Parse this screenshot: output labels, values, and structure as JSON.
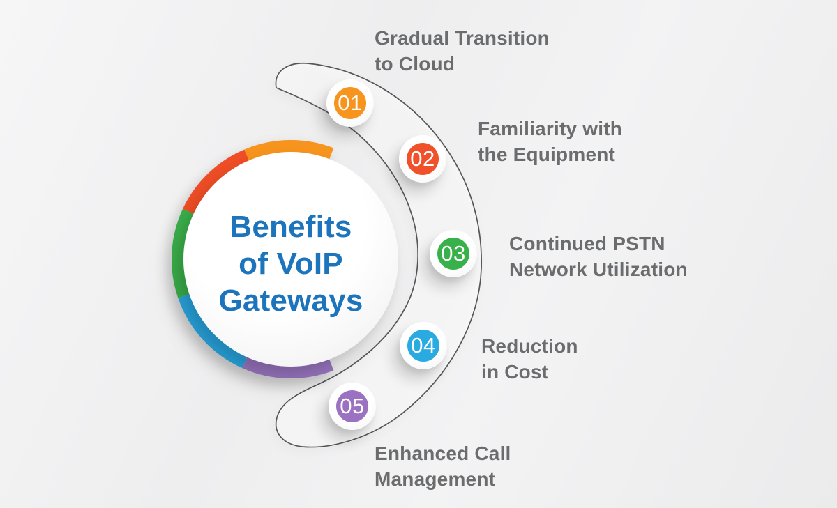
{
  "title": {
    "lines": [
      "Benefits",
      "of VoIP",
      "Gateways"
    ],
    "color": "#1B74BC"
  },
  "label_color": "#6B6C6E",
  "decor": {
    "line_color": "#565659"
  },
  "ring": {
    "segments": [
      {
        "name": "orange",
        "color": "#F7941D"
      },
      {
        "name": "red",
        "color": "#F04E26"
      },
      {
        "name": "green",
        "color": "#3BB04A"
      },
      {
        "name": "blue",
        "color": "#29A7E1"
      },
      {
        "name": "purple",
        "color": "#9A76C1"
      }
    ]
  },
  "items": [
    {
      "number": "01",
      "color": "#F7941E",
      "label_lines": [
        "Gradual Transition",
        "to Cloud"
      ]
    },
    {
      "number": "02",
      "color": "#F0512A",
      "label_lines": [
        "Familiarity with",
        "the Equipment"
      ]
    },
    {
      "number": "03",
      "color": "#39B14A",
      "label_lines": [
        "Continued PSTN",
        "Network Utilization"
      ]
    },
    {
      "number": "04",
      "color": "#29ABE2",
      "label_lines": [
        "Reduction",
        "in Cost"
      ]
    },
    {
      "number": "05",
      "color": "#9B72C1",
      "label_lines": [
        "Enhanced Call",
        "Management"
      ]
    }
  ]
}
